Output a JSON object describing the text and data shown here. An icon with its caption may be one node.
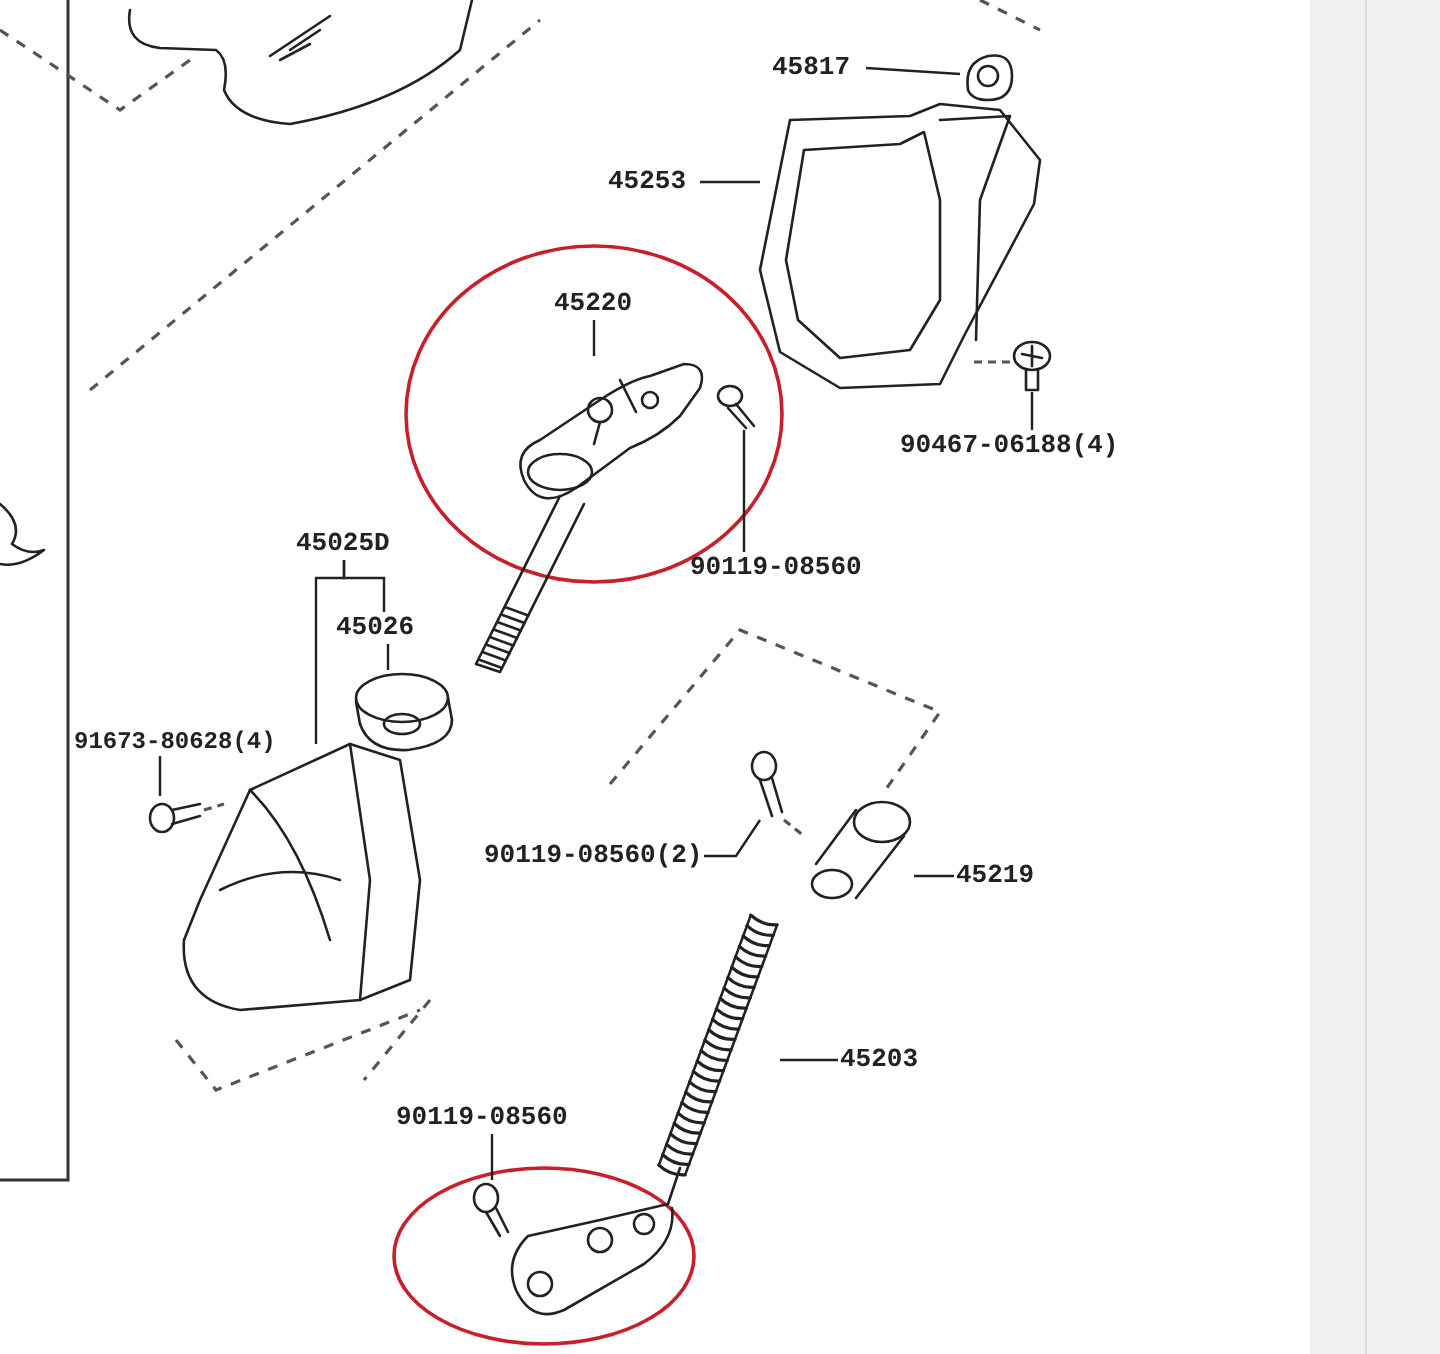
{
  "diagram": {
    "nodes": [
      {
        "text": [
          "45817"
        ]
      },
      {
        "text": [],
        "shape": "picture"
      },
      {
        "text": [
          "45253"
        ]
      },
      {
        "text": [],
        "shape": "picture"
      },
      {
        "text": [
          "45220"
        ]
      },
      {
        "text": [],
        "shape": "picture"
      },
      {
        "text": [
          "90119-08560"
        ]
      },
      {
        "text": [],
        "shape": "picture"
      },
      {
        "text": [
          "90467-06188(4)"
        ]
      },
      {
        "text": [],
        "shape": "picture"
      },
      {
        "text": [
          "45025D"
        ]
      },
      {
        "text": [],
        "shape": "picture"
      },
      {
        "text": [],
        "shape": "picture"
      },
      {
        "text": [
          "45026"
        ]
      },
      {
        "text": [
          "91673-80628(4)"
        ]
      },
      {
        "text": [],
        "shape": "picture"
      },
      {
        "text": [
          "90119-08560(2)"
        ]
      },
      {
        "text": [],
        "shape": "picture"
      },
      {
        "text": [
          "45219"
        ]
      },
      {
        "text": [],
        "shape": "picture"
      },
      {
        "text": [
          "45203"
        ]
      },
      {
        "text": [],
        "shape": "picture"
      },
      {
        "text": [
          "90119-08560"
        ]
      },
      {
        "text": [],
        "shape": "picture"
      }
    ],
    "edges": [
      {
        "from": 0,
        "to": 1,
        "arrow": "none"
      },
      {
        "from": 2,
        "to": 3,
        "arrow": "none"
      },
      {
        "from": 4,
        "to": 5,
        "arrow": "none"
      },
      {
        "from": 6,
        "to": 7,
        "arrow": "none"
      },
      {
        "from": 8,
        "to": 9,
        "arrow": "none"
      },
      {
        "from": 10,
        "to": 12,
        "arrow": "none"
      },
      {
        "from": 10,
        "to": 13,
        "arrow": "none"
      },
      {
        "from": 13,
        "to": 11,
        "arrow": "none"
      },
      {
        "from": 14,
        "to": 15,
        "arrow": "none"
      },
      {
        "from": 16,
        "to": 17,
        "arrow": "none"
      },
      {
        "from": 18,
        "to": 19,
        "arrow": "none"
      },
      {
        "from": 20,
        "to": 21,
        "arrow": "none"
      },
      {
        "from": 22,
        "to": 23,
        "arrow": "none"
      },
      {
        "from": 9,
        "to": 3,
        "arrow": "none",
        "style": "dashed"
      },
      {
        "from": 15,
        "to": 12,
        "arrow": "none",
        "style": "dashed"
      },
      {
        "from": 17,
        "to": 19,
        "arrow": "none",
        "style": "dashed"
      }
    ]
  }
}
